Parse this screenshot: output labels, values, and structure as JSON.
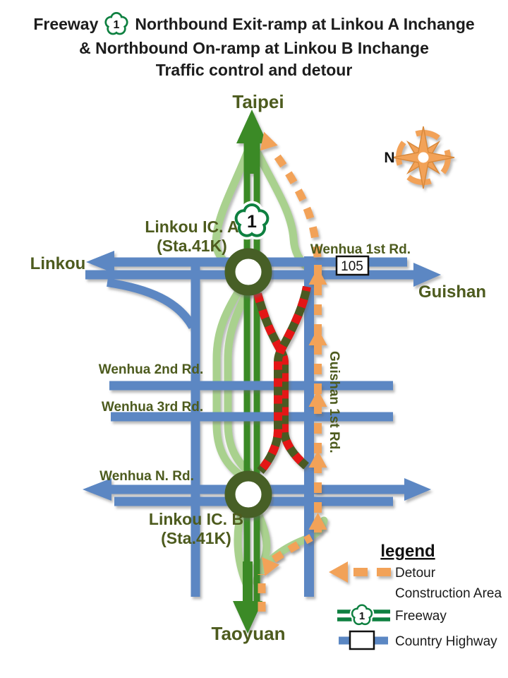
{
  "title": {
    "line1_prefix": "Freeway",
    "line1_suffix": "Northbound Exit-ramp at Linkou A Inchange",
    "line2": "& Northbound On-ramp at Linkou B Inchange",
    "line3": "Traffic control and detour",
    "shield_number": "1"
  },
  "map": {
    "destinations": {
      "north": "Taipei",
      "south": "Taoyuan",
      "west": "Linkou",
      "east": "Guishan"
    },
    "compass_label": "N",
    "interchanges": [
      {
        "name": "Linkou IC. A",
        "station": "(Sta.41K)"
      },
      {
        "name": "Linkou IC. B",
        "station": "(Sta.41K)"
      }
    ],
    "roads": {
      "wenhua1": "Wenhua 1st Rd.",
      "wenhua2": "Wenhua 2nd Rd.",
      "wenhua3": "Wenhua 3rd Rd.",
      "wenhuaN": "Wenhua N. Rd.",
      "guishan1": "Guishan 1st Rd.",
      "route105": "105",
      "freeway_number": "1"
    }
  },
  "legend": {
    "title": "legend",
    "items": [
      {
        "label": "Detour"
      },
      {
        "label": "Construction Area"
      },
      {
        "label": "Freeway",
        "shield_number": "1"
      },
      {
        "label": "Country Highway"
      }
    ]
  },
  "colors": {
    "freeway_green": "#3A8A28",
    "ramp_light_green": "#A9D18E",
    "highway_blue": "#5B87C3",
    "detour_orange": "#F2A259",
    "construction_red": "#E41313",
    "construction_dark": "#4C5A20",
    "interchange_ring_green": "#465F28",
    "label_olive": "#4D5B1E",
    "shield_green": "#0E8040"
  }
}
